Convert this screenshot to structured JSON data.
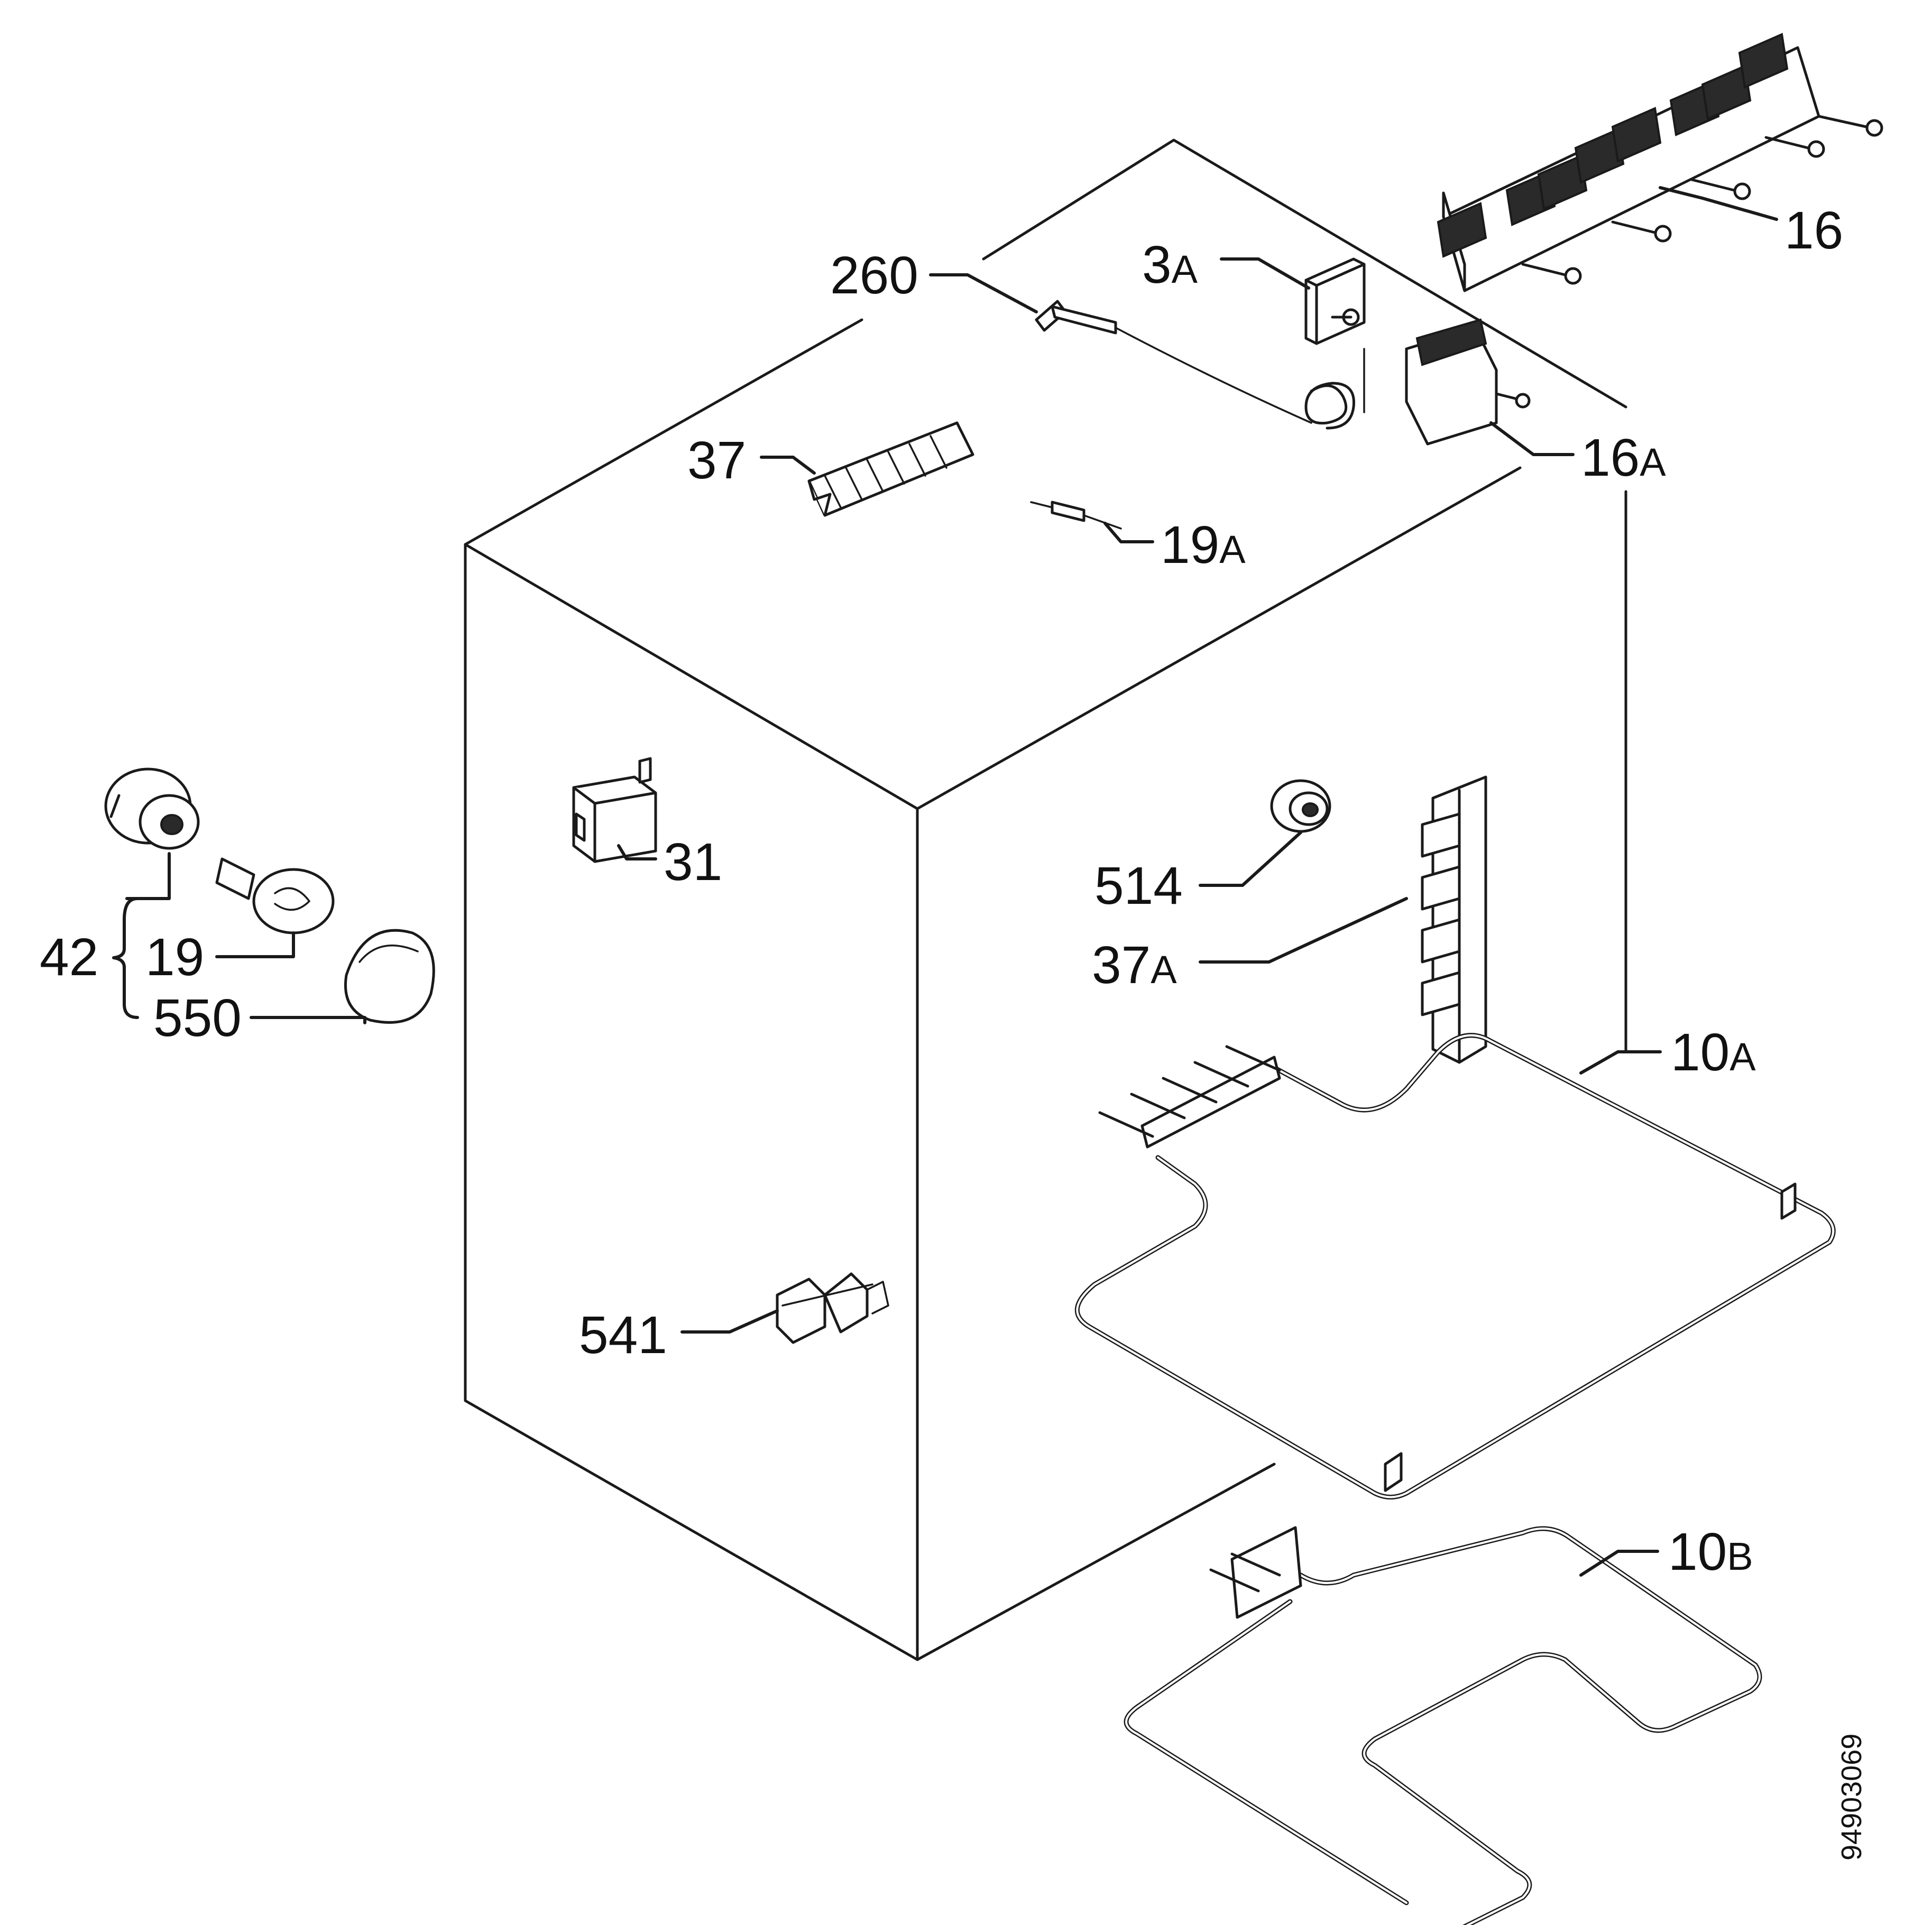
{
  "labels": {
    "p16": {
      "num": "16",
      "suffix": ""
    },
    "p260": {
      "num": "260",
      "suffix": ""
    },
    "p3A": {
      "num": "3",
      "suffix": "A"
    },
    "p16A": {
      "num": "16",
      "suffix": "A"
    },
    "p37": {
      "num": "37",
      "suffix": ""
    },
    "p19A": {
      "num": "19",
      "suffix": "A"
    },
    "p31": {
      "num": "31",
      "suffix": ""
    },
    "p514": {
      "num": "514",
      "suffix": ""
    },
    "p37A": {
      "num": "37",
      "suffix": "A"
    },
    "p42": {
      "num": "42",
      "suffix": ""
    },
    "p19": {
      "num": "19",
      "suffix": ""
    },
    "p550": {
      "num": "550",
      "suffix": ""
    },
    "p10A": {
      "num": "10",
      "suffix": "A"
    },
    "p541": {
      "num": "541",
      "suffix": ""
    },
    "p10B": {
      "num": "10",
      "suffix": "B"
    }
  },
  "document_number": "94903069"
}
